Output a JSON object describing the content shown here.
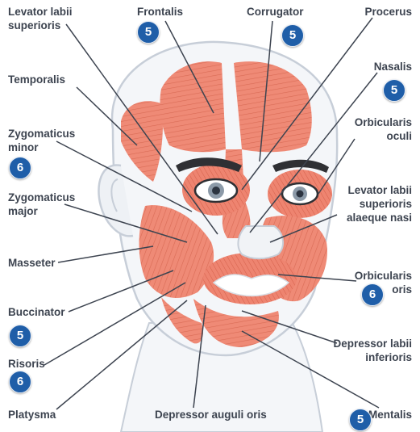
{
  "labels": {
    "levator_labii_superioris": [
      "Levator labii",
      "superioris"
    ],
    "frontalis": [
      "Frontalis"
    ],
    "corrugator": [
      "Corrugator"
    ],
    "procerus": [
      "Procerus"
    ],
    "temporalis": [
      "Temporalis"
    ],
    "nasalis": [
      "Nasalis"
    ],
    "zygomaticus_minor": [
      "Zygomaticus",
      "minor"
    ],
    "orbicularis_oculi": [
      "Orbicularis",
      "oculi"
    ],
    "zygomaticus_major": [
      "Zygomaticus",
      "major"
    ],
    "levator_labii_alaeque": [
      "Levator labii",
      "superioris",
      "alaeque nasi"
    ],
    "masseter": [
      "Masseter"
    ],
    "orbicularis_oris": [
      "Orbicularis",
      "oris"
    ],
    "buccinator": [
      "Buccinator"
    ],
    "risoris": [
      "Risoris"
    ],
    "depressor_labii": [
      "Depressor labii",
      "inferioris"
    ],
    "platysma": [
      "Platysma"
    ],
    "depressor_auguli": [
      "Depressor auguli oris"
    ],
    "mentalis": [
      "Mentalis"
    ]
  },
  "badges": {
    "frontalis": "5",
    "corrugator": "5",
    "nasalis": "5",
    "zygomaticus_minor": "6",
    "orbicularis_oris": "6",
    "buccinator": "5",
    "risoris": "6",
    "mentalis": "5"
  },
  "colors": {
    "muscle": "#ef8a76",
    "muscle_dark": "#d9654f",
    "skin_outline": "#c7ced8",
    "badge": "#1f5ea8",
    "leader": "#3d4450"
  }
}
